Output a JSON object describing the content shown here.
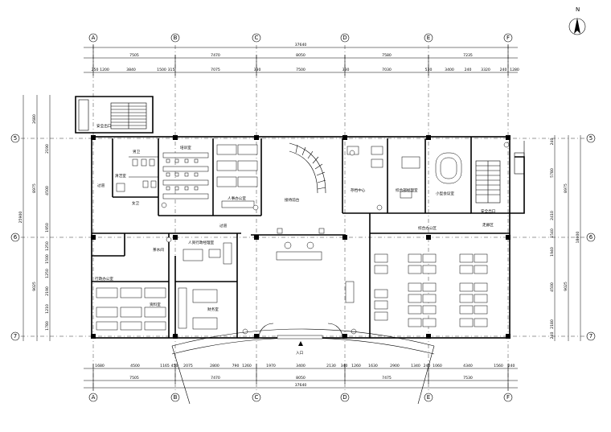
{
  "north_label": "N",
  "axes_letters": [
    "A",
    "B",
    "C",
    "D",
    "E",
    "F"
  ],
  "axes_numbers": [
    "5",
    "6",
    "7"
  ],
  "dims": {
    "top_total": "37640",
    "top_row1": [
      "7505",
      "7470",
      "8050",
      "7580",
      "7235"
    ],
    "top_row2": [
      "250",
      "1200",
      "3840",
      "1500",
      "315",
      "7075",
      "330",
      "7500",
      "330",
      "7030",
      "530",
      "3400",
      "240",
      "3320",
      "240",
      "1280"
    ],
    "bottom_total": "37640",
    "bottom_row1": [
      "1680",
      "4500",
      "1165",
      "450",
      "2075",
      "2800",
      "790",
      "1260",
      "1970",
      "3400",
      "2130",
      "340",
      "1260",
      "1630",
      "2900",
      "1340",
      "240",
      "1060",
      "4340",
      "1560",
      "240"
    ],
    "bottom_row2": [
      "7505",
      "7470",
      "8050",
      "7475",
      "7530"
    ],
    "left_outer": [
      "2680",
      "8975",
      "9025"
    ],
    "left_total": "25900",
    "left_inner": [
      "2190",
      "4500",
      "1950",
      "1250",
      "1500",
      "1250",
      "2190",
      "1210",
      "1780"
    ],
    "right_outer": [
      "8975",
      "18000",
      "9025"
    ],
    "right_inner": [
      "240",
      "5780",
      "2410",
      "1540",
      "1940",
      "4500",
      "2180",
      "240"
    ]
  },
  "rooms": {
    "exit_top": "安全出口",
    "male_wc": "男卫",
    "cleaning": "清洁室",
    "corridor_left": "过道",
    "female_wc": "女卫",
    "training": "培训室",
    "hr_office": "人事办公室",
    "reception": "接待前台",
    "corridor_mid": "过道",
    "pantry": "茶水间",
    "hr_manager": "人资行政经理室",
    "admin_office": "行政办公室",
    "archive": "资料室",
    "finance": "财务室",
    "entrance": "入口",
    "server": "存档中心",
    "general_manager": "综合部经理室",
    "small_meeting": "小型会议室",
    "exit_right": "安全出口",
    "hall": "走廊区",
    "open_office": "综合办公区"
  }
}
